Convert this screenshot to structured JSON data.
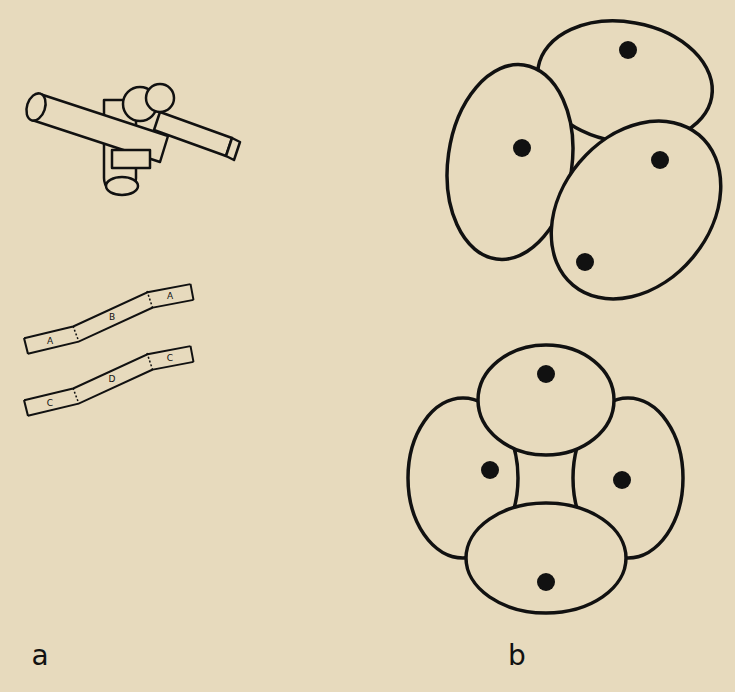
{
  "diagram": {
    "labels": [
      "A",
      "B",
      "A",
      "C",
      "D",
      "C",
      "a",
      "b"
    ]
  }
}
